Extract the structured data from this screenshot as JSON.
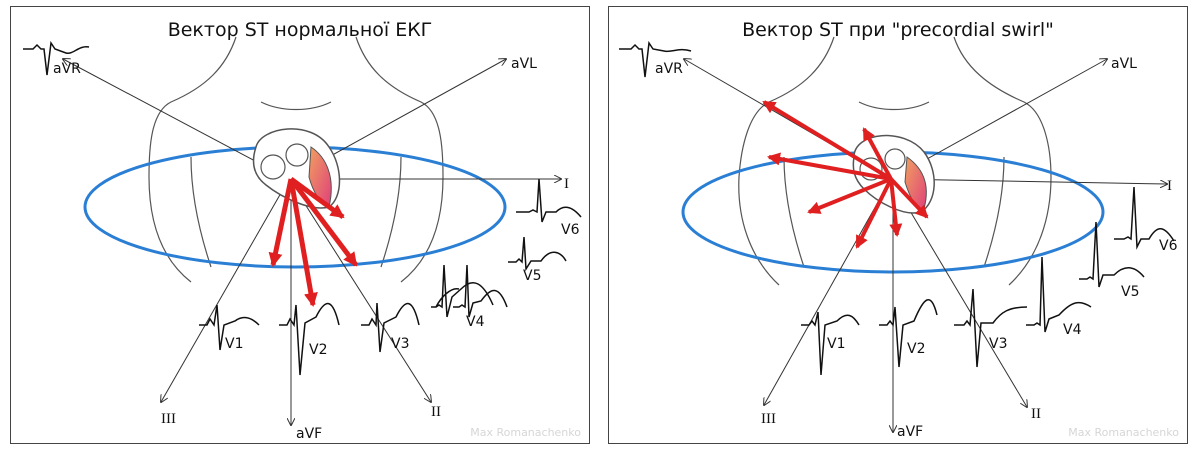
{
  "panels": [
    {
      "title": "Вектор ST нормальної ЕКГ",
      "leads": [
        "aVR",
        "aVL",
        "I",
        "II",
        "III",
        "aVF",
        "V1",
        "V2",
        "V3",
        "V4",
        "V5",
        "V6"
      ],
      "watermark": "Max Romanachenko"
    },
    {
      "title": "Вектор ST при \"precordial swirl\"",
      "leads": [
        "aVR",
        "aVL",
        "I",
        "II",
        "III",
        "aVF",
        "V1",
        "V2",
        "V3",
        "V4",
        "V5",
        "V6"
      ],
      "watermark": "Max Romanachenko"
    }
  ],
  "colors": {
    "st_vector": "#e02020",
    "horizontal_plane": "#2a7fd4",
    "heart": "#e8607a",
    "outline": "#444444"
  }
}
